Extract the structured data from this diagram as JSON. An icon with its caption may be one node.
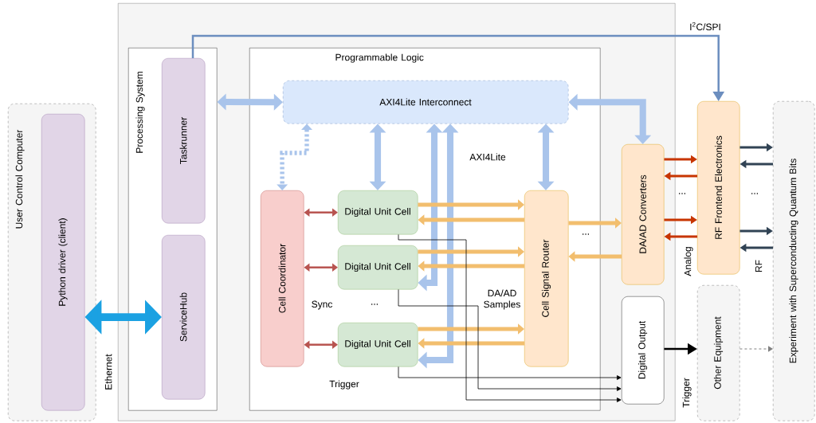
{
  "diagram": {
    "nodes": [
      {
        "text": [
          "User Control Computer"
        ]
      },
      {
        "text": [
          "Python driver (client)"
        ],
        "in": 0
      },
      {
        "text": [],
        "shape": "box"
      },
      {
        "text": [
          "Processing System"
        ],
        "in": 2
      },
      {
        "text": [
          "Taskrunner"
        ],
        "in": 3
      },
      {
        "text": [
          "ServiceHub"
        ],
        "in": 3
      },
      {
        "text": [
          "Programmable Logic"
        ],
        "in": 2
      },
      {
        "text": [
          "AXI4Lite Interconnect"
        ],
        "in": 6
      },
      {
        "text": [
          "Cell Coordinator"
        ],
        "in": 6
      },
      {
        "text": [
          "Digital Unit Cell"
        ],
        "in": 6
      },
      {
        "text": [
          "Digital Unit Cell"
        ],
        "in": 6
      },
      {
        "text": [
          "Digital Unit Cell"
        ],
        "in": 6
      },
      {
        "text": [
          "Cell Signal Router"
        ],
        "in": 6
      },
      {
        "text": [
          "DA/AD Converters"
        ],
        "in": 2
      },
      {
        "text": [
          "Digital Output"
        ],
        "in": 2
      },
      {
        "text": [
          "RF Frontend Electronics"
        ]
      },
      {
        "text": [
          "Other Equipment"
        ]
      },
      {
        "text": [
          "Experiment with Superconducting Quantum Bits"
        ]
      }
    ],
    "edges": [
      {
        "from": 1,
        "to": 5,
        "arrow": "both",
        "label": "Ethernet",
        "style": "thick",
        "color": "#1ba1e2"
      },
      {
        "from": 3,
        "to": 7,
        "arrow": "both",
        "style": "thick",
        "color": "#a9c4eb"
      },
      {
        "from": 7,
        "to": 8,
        "arrow": "both",
        "style": "dashed",
        "color": "#a9c4eb"
      },
      {
        "from": 7,
        "to": 9,
        "arrow": "both",
        "style": "thick",
        "color": "#a9c4eb"
      },
      {
        "from": 7,
        "to": 10,
        "arrow": "both",
        "style": "thick",
        "color": "#a9c4eb"
      },
      {
        "from": 7,
        "to": 11,
        "arrow": "both",
        "style": "thick",
        "color": "#a9c4eb"
      },
      {
        "from": 7,
        "to": 12,
        "arrow": "both",
        "style": "thick",
        "color": "#a9c4eb"
      },
      {
        "from": 7,
        "to": 13,
        "arrow": "both",
        "style": "thick",
        "color": "#a9c4eb"
      },
      {
        "from": 8,
        "to": 9,
        "arrow": "both",
        "color": "#b85450"
      },
      {
        "from": 8,
        "to": 10,
        "arrow": "both",
        "color": "#b85450"
      },
      {
        "from": 8,
        "to": 11,
        "arrow": "both",
        "color": "#b85450"
      },
      {
        "from": 9,
        "to": 12,
        "arrow": "to",
        "color": "#f2be6e"
      },
      {
        "from": 12,
        "to": 9,
        "arrow": "to",
        "color": "#f2be6e"
      },
      {
        "from": 10,
        "to": 12,
        "arrow": "to",
        "color": "#f2be6e"
      },
      {
        "from": 12,
        "to": 10,
        "arrow": "to",
        "color": "#f2be6e"
      },
      {
        "from": 11,
        "to": 12,
        "arrow": "to",
        "color": "#f2be6e"
      },
      {
        "from": 12,
        "to": 11,
        "arrow": "to",
        "color": "#f2be6e"
      },
      {
        "from": 12,
        "to": 13,
        "arrow": "to",
        "color": "#f2be6e"
      },
      {
        "from": 13,
        "to": 12,
        "arrow": "to",
        "color": "#f2be6e"
      },
      {
        "from": 13,
        "to": 15,
        "arrow": "to",
        "color": "#c73500"
      },
      {
        "from": 15,
        "to": 13,
        "arrow": "to",
        "color": "#c73500"
      },
      {
        "from": 13,
        "to": 15,
        "arrow": "to",
        "color": "#c73500"
      },
      {
        "from": 15,
        "to": 13,
        "arrow": "to",
        "color": "#c73500"
      },
      {
        "from": 15,
        "to": 17,
        "arrow": "to",
        "color": "#314354"
      },
      {
        "from": 17,
        "to": 15,
        "arrow": "to",
        "color": "#314354"
      },
      {
        "from": 15,
        "to": 17,
        "arrow": "to",
        "color": "#314354"
      },
      {
        "from": 17,
        "to": 15,
        "arrow": "to",
        "color": "#314354"
      },
      {
        "from": 9,
        "to": 14,
        "arrow": "to",
        "color": "#000000"
      },
      {
        "from": 10,
        "to": 14,
        "arrow": "to",
        "color": "#000000"
      },
      {
        "from": 11,
        "to": 14,
        "arrow": "to",
        "color": "#000000"
      },
      {
        "from": 14,
        "to": 16,
        "arrow": "to",
        "label": "Trigger",
        "color": "#000000"
      },
      {
        "from": 16,
        "to": 17,
        "arrow": "to",
        "style": "dashed",
        "color": "#808080"
      },
      {
        "from": 4,
        "to": 15,
        "arrow": "to",
        "label": "I$^{2}$C/SPI",
        "color": "#6c8ebf"
      }
    ],
    "labels": [
      "AXI4Lite",
      "Sync",
      "...",
      "DA/AD Samples",
      "...",
      "...",
      "...",
      "Analog",
      "RF",
      "Trigger"
    ]
  }
}
